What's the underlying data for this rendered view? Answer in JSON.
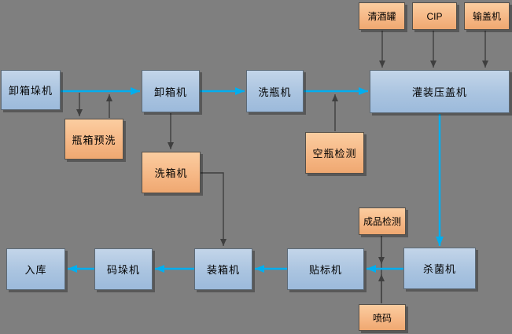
{
  "diagram": {
    "title_implicit": "灌装生产线流程图",
    "background_color": "#7f7f7f",
    "colors": {
      "main_node_fill_top": "#c3d5e9",
      "main_node_fill_bottom": "#9cbadb",
      "aux_node_fill_top": "#fbcda0",
      "aux_node_fill_bottom": "#efa871",
      "flow_arrow": "#00aeef",
      "aux_arrow": "#3f3f3f",
      "text": "#000000"
    },
    "nodes": {
      "unbox_stacker": {
        "label": "卸箱垛机",
        "type": "main"
      },
      "unbox_machine": {
        "label": "卸箱机",
        "type": "main"
      },
      "bottle_washer": {
        "label": "洗瓶机",
        "type": "main"
      },
      "filling_capper": {
        "label": "灌装压盖机",
        "type": "main"
      },
      "sterilizer": {
        "label": "杀菌机",
        "type": "main"
      },
      "labeler": {
        "label": "贴标机",
        "type": "main"
      },
      "case_packer": {
        "label": "装箱机",
        "type": "main"
      },
      "palletizer": {
        "label": "码垛机",
        "type": "main"
      },
      "warehouse": {
        "label": "入库",
        "type": "main"
      },
      "crate_prewash": {
        "label": "瓶箱预洗",
        "type": "aux"
      },
      "crate_washer": {
        "label": "洗箱机",
        "type": "aux"
      },
      "empty_bottle_inspect": {
        "label": "空瓶检测",
        "type": "aux"
      },
      "bright_beer_tank": {
        "label": "清酒罐",
        "type": "aux"
      },
      "cip": {
        "label": "CIP",
        "type": "aux"
      },
      "cap_feeder": {
        "label": "输盖机",
        "type": "aux"
      },
      "finished_inspect": {
        "label": "成品检测",
        "type": "aux"
      },
      "inkjet_coder": {
        "label": "喷码",
        "type": "aux"
      }
    }
  }
}
